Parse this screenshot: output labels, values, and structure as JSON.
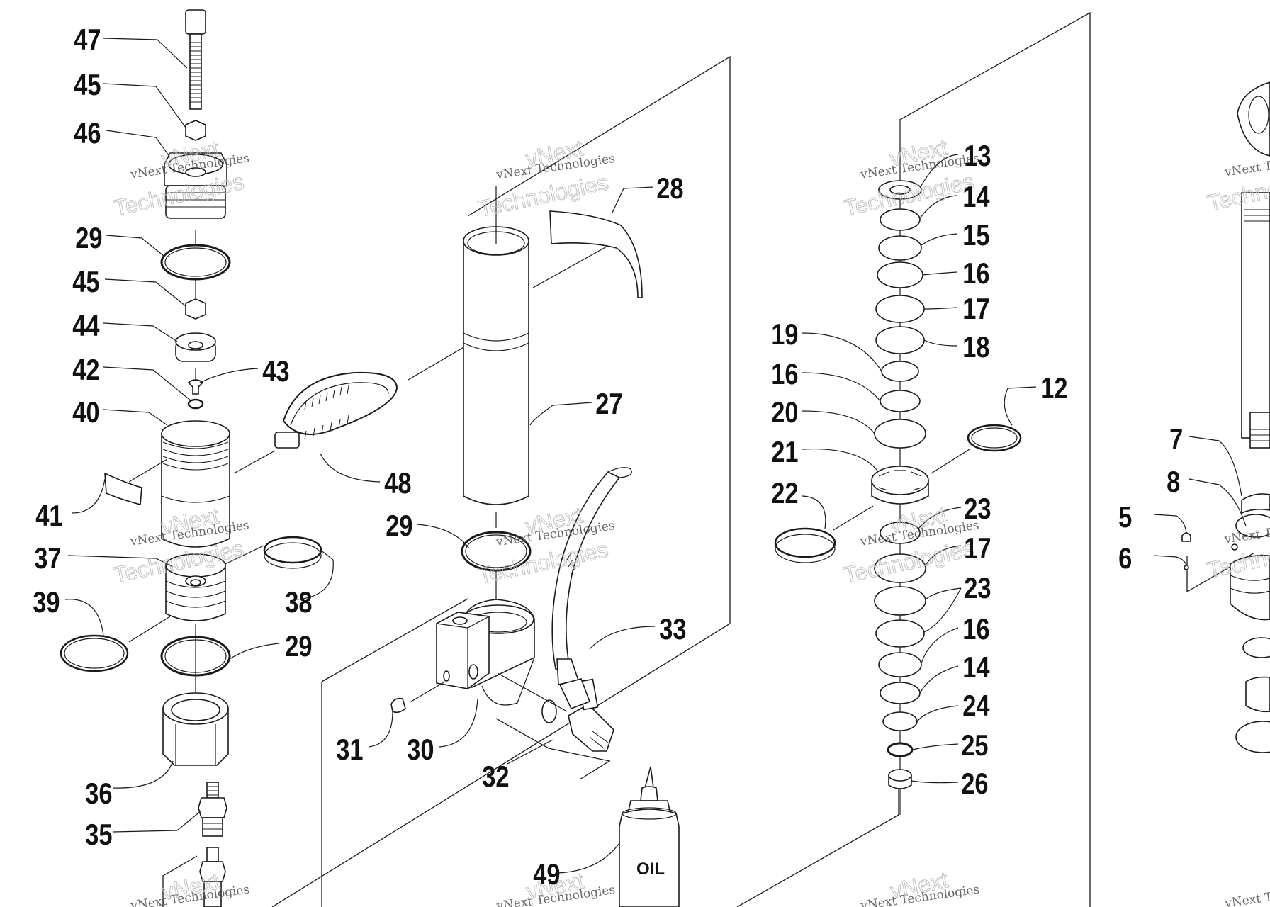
{
  "watermark": {
    "brand": "vNext Technologies",
    "word1": "vNext",
    "word2": "Technologies",
    "color": "#bbbbbb"
  },
  "bottle_label": "OIL",
  "callouts": [
    {
      "id": "c47",
      "text": "47"
    },
    {
      "id": "c45a",
      "text": "45"
    },
    {
      "id": "c46",
      "text": "46"
    },
    {
      "id": "c29a",
      "text": "29"
    },
    {
      "id": "c45b",
      "text": "45"
    },
    {
      "id": "c44",
      "text": "44"
    },
    {
      "id": "c42",
      "text": "42"
    },
    {
      "id": "c43",
      "text": "43"
    },
    {
      "id": "c40",
      "text": "40"
    },
    {
      "id": "c41",
      "text": "41"
    },
    {
      "id": "c37",
      "text": "37"
    },
    {
      "id": "c39",
      "text": "39"
    },
    {
      "id": "c38",
      "text": "38"
    },
    {
      "id": "c29b",
      "text": "29"
    },
    {
      "id": "c36",
      "text": "36"
    },
    {
      "id": "c35",
      "text": "35"
    },
    {
      "id": "c48",
      "text": "48"
    },
    {
      "id": "c28",
      "text": "28"
    },
    {
      "id": "c27",
      "text": "27"
    },
    {
      "id": "c29c",
      "text": "29"
    },
    {
      "id": "c33",
      "text": "33"
    },
    {
      "id": "c31",
      "text": "31"
    },
    {
      "id": "c30",
      "text": "30"
    },
    {
      "id": "c32",
      "text": "32"
    },
    {
      "id": "c49",
      "text": "49"
    },
    {
      "id": "c13",
      "text": "13"
    },
    {
      "id": "c14a",
      "text": "14"
    },
    {
      "id": "c15",
      "text": "15"
    },
    {
      "id": "c16a",
      "text": "16"
    },
    {
      "id": "c17a",
      "text": "17"
    },
    {
      "id": "c18",
      "text": "18"
    },
    {
      "id": "c19",
      "text": "19"
    },
    {
      "id": "c16b",
      "text": "16"
    },
    {
      "id": "c20",
      "text": "20"
    },
    {
      "id": "c21",
      "text": "21"
    },
    {
      "id": "c22",
      "text": "22"
    },
    {
      "id": "c12",
      "text": "12"
    },
    {
      "id": "c23a",
      "text": "23"
    },
    {
      "id": "c17b",
      "text": "17"
    },
    {
      "id": "c23b",
      "text": "23"
    },
    {
      "id": "c16c",
      "text": "16"
    },
    {
      "id": "c14b",
      "text": "14"
    },
    {
      "id": "c24",
      "text": "24"
    },
    {
      "id": "c25",
      "text": "25"
    },
    {
      "id": "c26",
      "text": "26"
    },
    {
      "id": "c7",
      "text": "7"
    },
    {
      "id": "c8",
      "text": "8"
    },
    {
      "id": "c5",
      "text": "5"
    },
    {
      "id": "c6",
      "text": "6"
    }
  ]
}
